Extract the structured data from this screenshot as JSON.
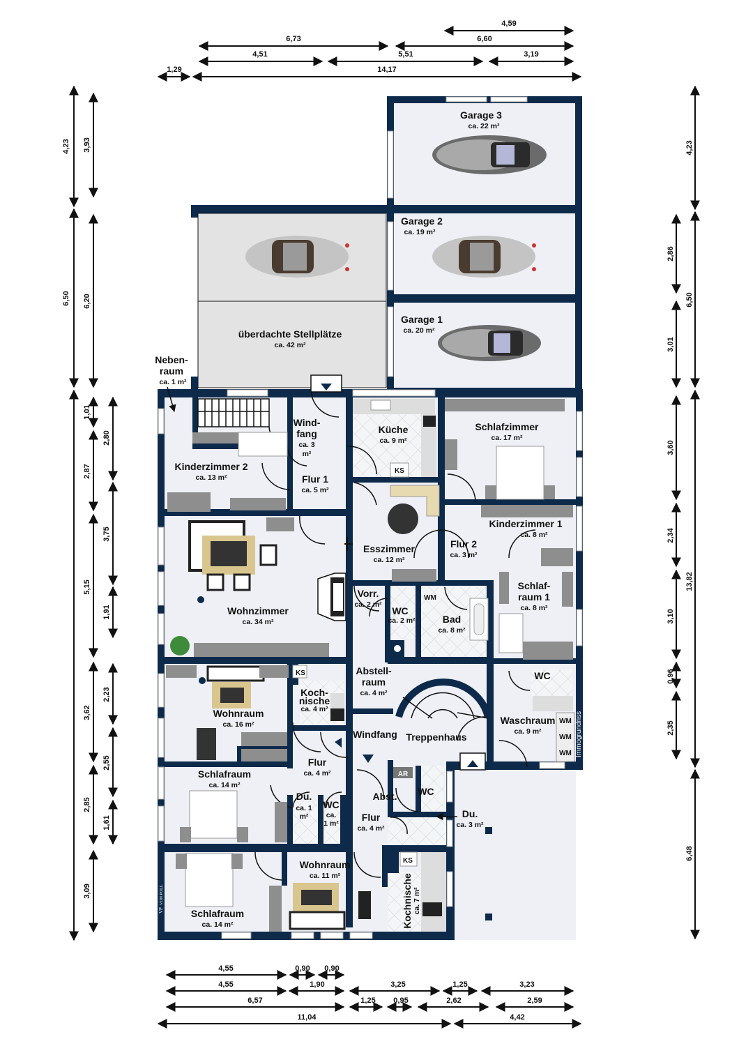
{
  "colors": {
    "wall": "#0d2a4a",
    "floor": "#eef0f5",
    "carport_floor": "#e3e3e3",
    "furniture_gray": "#8e8e8e",
    "tile_line": "#d0d4da",
    "dimension_line": "#111111"
  },
  "dimensions": {
    "top": [
      "4,59",
      "6,73",
      "6,60",
      "4,51",
      "5,51",
      "3,19",
      "1,29",
      "14,17"
    ],
    "left": [
      "4,23",
      "3,93",
      "6,50",
      "6,20",
      "1,01",
      "2,80",
      "2,87",
      "3,75",
      "5,15",
      "1,91",
      "3,62",
      "2,23",
      "2,55",
      "2,85",
      "1,61",
      "3,09"
    ],
    "right": [
      "4,23",
      "2,86",
      "6,50",
      "3,01",
      "3,60",
      "2,34",
      "13,82",
      "3,10",
      "0,96",
      "2,35",
      "6,48"
    ],
    "bottom": [
      "4,55",
      "0,90",
      "0,90",
      "4,55",
      "1,90",
      "3,25",
      "1,25",
      "3,23",
      "6,57",
      "1,25",
      "0,95",
      "2,62",
      "2,59",
      "11,04",
      "4,42"
    ]
  },
  "rooms": {
    "garage3": {
      "name": "Garage 3",
      "area": "ca. 22 m²"
    },
    "garage2": {
      "name": "Garage 2",
      "area": "ca. 19 m²"
    },
    "garage1": {
      "name": "Garage 1",
      "area": "ca. 20 m²"
    },
    "carport": {
      "name": "überdachte Stellplätze",
      "area": "ca. 42 m²"
    },
    "nebenraum": {
      "name1": "Neben-",
      "name2": "raum",
      "area": "ca. 1 m²"
    },
    "windfang_top": {
      "name1": "Wind-",
      "name2": "fang",
      "area1": "ca. 3",
      "area2": "m²"
    },
    "kueche": {
      "name": "Küche",
      "area": "ca. 9 m²"
    },
    "schlafzimmer": {
      "name": "Schlafzimmer",
      "area": "ca. 17 m²"
    },
    "kinderzimmer2": {
      "name": "Kinderzimmer 2",
      "area": "ca. 13 m²"
    },
    "flur1": {
      "name": "Flur 1",
      "area": "ca. 5 m²"
    },
    "esszimmer": {
      "name": "Esszimmer",
      "area": "ca. 12 m²"
    },
    "kinderzimmer1": {
      "name": "Kinderzimmer 1",
      "area": "ca. 8 m²"
    },
    "flur2": {
      "name": "Flur 2",
      "area": "ca. 3 m²"
    },
    "wohnzimmer": {
      "name": "Wohnzimmer",
      "area": "ca. 34 m²"
    },
    "vorr": {
      "name": "Vorr.",
      "area": "ca. 2 m²"
    },
    "wc_top": {
      "name": "WC",
      "area": "ca. 2 m²"
    },
    "bad": {
      "name": "Bad",
      "area": "ca. 8 m²"
    },
    "schlafraum1": {
      "name1": "Schlaf-",
      "name2": "raum 1",
      "area": "ca. 8 m²"
    },
    "abstellraum": {
      "name1": "Abstell-",
      "name2": "raum",
      "area": "ca. 4 m²"
    },
    "wc_right": {
      "name": "WC"
    },
    "waschraum": {
      "name": "Waschraum",
      "area": "ca. 9 m²"
    },
    "wohnraum16": {
      "name": "Wohnraum",
      "area": "ca. 16 m²"
    },
    "kochnische4": {
      "name1": "Koch-",
      "name2": "nische",
      "area": "ca. 4 m²"
    },
    "windfang": {
      "name": "Windfang"
    },
    "treppenhaus": {
      "name": "Treppenhaus"
    },
    "flur_mid": {
      "name": "Flur",
      "area": "ca. 4 m²"
    },
    "schlafraum14_top": {
      "name": "Schlafraum",
      "area": "ca. 14 m²"
    },
    "du_small": {
      "name": "Du.",
      "area1": "ca. 1",
      "area2": "m²"
    },
    "wc_small": {
      "name": "WC",
      "area1": "ca.",
      "area2": "1 m²"
    },
    "abst": {
      "name": "Abst."
    },
    "wc_low": {
      "name": "WC"
    },
    "flur_low": {
      "name": "Flur",
      "area": "ca. 4 m²"
    },
    "du_low": {
      "name": "Du.",
      "area": "ca. 3 m²"
    },
    "wohnraum11": {
      "name": "Wohnraum",
      "area": "ca. 11 m²"
    },
    "kochnische7": {
      "name": "Kochnische",
      "area": "ca. 7 m²"
    },
    "schlafraum14_bottom": {
      "name": "Schlafraum",
      "area": "ca. 14 m²"
    }
  },
  "tags": {
    "ks": "KS",
    "wm": "WM",
    "ar": "AR"
  },
  "watermark": "Immogrundriss",
  "brand": {
    "logo": "VP",
    "name": "VON POLL"
  }
}
